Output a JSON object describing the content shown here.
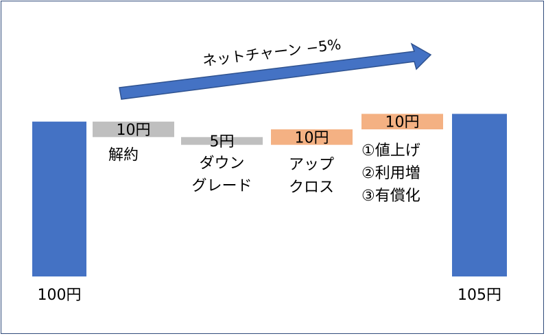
{
  "chart_data": {
    "type": "waterfall",
    "title": "",
    "net_churn_label": "ネットチャーン −5%",
    "unit": "円",
    "colors": {
      "total": "#4472c4",
      "decrease": "#bfbfbf",
      "increase": "#f4b183",
      "arrow": "#4472c4",
      "arrow_stroke": "#2f528f"
    },
    "steps": [
      {
        "kind": "total",
        "value": 100,
        "value_label": "100円",
        "name_lines": []
      },
      {
        "kind": "decrease",
        "value": -10,
        "value_label": "10円",
        "name_lines": [
          "解約"
        ]
      },
      {
        "kind": "decrease",
        "value": -5,
        "value_label": "5円",
        "name_lines": [
          "ダウン",
          "グレード"
        ]
      },
      {
        "kind": "increase",
        "value": 10,
        "value_label": "10円",
        "name_lines": [
          "アップ",
          "クロス"
        ]
      },
      {
        "kind": "increase",
        "value": 10,
        "value_label": "10円",
        "name_lines": [
          "①値上げ",
          "②利用増",
          "③有償化"
        ]
      },
      {
        "kind": "total",
        "value": 105,
        "value_label": "105円",
        "name_lines": []
      }
    ]
  }
}
